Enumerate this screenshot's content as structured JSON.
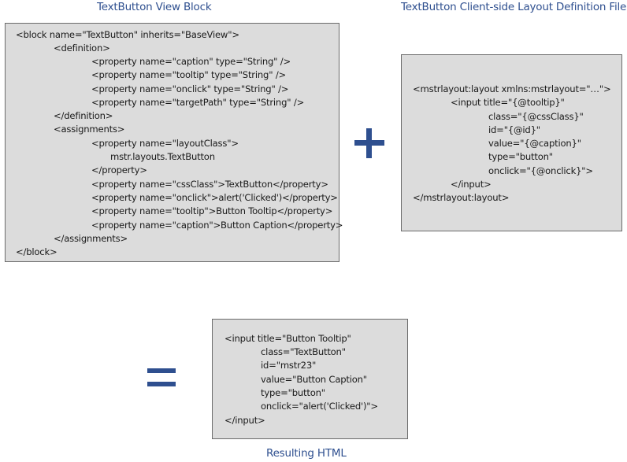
{
  "view_block": {
    "title": "TextButton  View Block",
    "lines": [
      "<block name=\"TextButton\" inherits=\"BaseView\">",
      "<definition>",
      "<property name=\"caption\" type=\"String\" />",
      "<property name=\"tooltip\" type=\"String\" />",
      "<property name=\"onclick\" type=\"String\" />",
      "<property name=\"targetPath\" type=\"String\" />",
      "</definition>",
      "<assignments>",
      "<property name=\"layoutClass\">",
      "mstr.layouts.TextButton",
      "</property>",
      "<property name=\"cssClass\">TextButton</property>",
      "<property name=\"onclick\">alert('Clicked')</property>",
      "<property name=\"tooltip\">Button Tooltip</property>",
      "<property name=\"caption\">Button Caption</property>",
      "</assignments>",
      "</block>"
    ]
  },
  "layout_file": {
    "title": "TextButton Client-side Layout Definition File",
    "lines": [
      "<mstrlayout:layout  xmlns:mstrlayout=\"…\">",
      "<input  title=\"{@tooltip}\"",
      "class=\"{@cssClass}\"",
      "id=\"{@id}\"",
      "value=\"{@caption}\"",
      "type=\"button\"",
      "onclick=\"{@onclick}\">",
      "</input>",
      "</mstrlayout:layout>"
    ]
  },
  "result": {
    "title": "Resulting HTML",
    "lines": [
      "<input  title=\"Button Tooltip\"",
      "class=\"TextButton\"",
      "id=\"mstr23\"",
      "value=\"Button Caption\"",
      "type=\"button\"",
      "onclick=\"alert('Clicked')\">",
      "</input>"
    ]
  },
  "colors": {
    "accent": "#2e4f8f",
    "box_fill": "#dcdcdc",
    "box_border": "#6b6b6b"
  }
}
